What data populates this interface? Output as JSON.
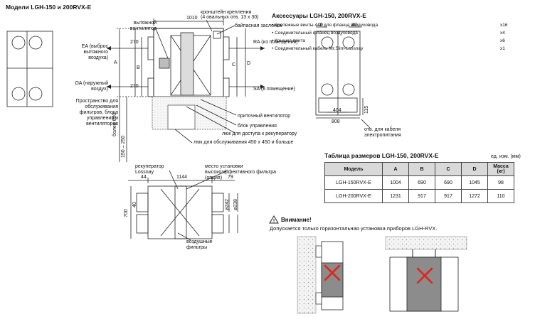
{
  "left_title": "Модели LGH-150 и 200RVX-E",
  "labels": {
    "exhaust_fan": "вытяжной вентилятор",
    "bracket": "кронштейн крепления",
    "bracket_holes": "(4 овальных отв. 13 x 30)",
    "bypass": "байпасная заслонка",
    "ea": "EA (выброс вытяжного воздуха)",
    "ra": "RA (из помещения)",
    "oa": "OA (наружный воздух)",
    "sa": "SA (в помещение)",
    "service_space": "Пространство для обслуживания фильтров, блока управления и вентиляторов",
    "supply_fan": "приточный вентилятор",
    "control_block": "блок управления",
    "hatch_recuperator": "люк для доступа к рекуператору",
    "hatch_service": "люк для обслуживания 450 x 450 и больше",
    "recuperator": "рекуператор Lossnay",
    "hepa_place": "место установки высокоэффективного фильтра (опция)",
    "air_filters": "воздушные фильтры",
    "cable_hole": "отв. для кабеля электропитания"
  },
  "dims": {
    "d1010": "1010",
    "d270a": "270",
    "d270b": "270",
    "dA": "A",
    "dB": "B",
    "dC": "C",
    "dD": "D",
    "d600": "более 600",
    "d150": "150 – 250",
    "d44": "44",
    "d1144": "1144",
    "d79": "79",
    "d700": "700",
    "d40": "40",
    "d242": "ø242",
    "d238": "ø238",
    "t40a": "40",
    "t40b": "40",
    "t404": "404",
    "t808": "808",
    "t115": "115"
  },
  "accessories": {
    "title": "Аксессуары LGH-150, 200RVX-E",
    "items": [
      {
        "label": "• Крепежные винты 4–8 для фланца воздуховода",
        "qty": "x16"
      },
      {
        "label": "• Соединительный фланец воздуховода",
        "qty": "x4"
      },
      {
        "label": "• Крышка винта",
        "qty": "x6"
      },
      {
        "label": "• Соединительный кабель Mr.Slim-Lossnay",
        "qty": "x1"
      }
    ]
  },
  "table": {
    "title": "Таблица размеров LGH-150, 200RVX-E",
    "unit": "ед. изм. (мм)",
    "headers": [
      "Модель",
      "A",
      "B",
      "C",
      "D",
      "Масса (кг)"
    ],
    "rows": [
      [
        "LGH-150RVX-E",
        "1004",
        "690",
        "690",
        "1045",
        "98"
      ],
      [
        "LGH-200RVX-E",
        "1231",
        "917",
        "917",
        "1272",
        "110"
      ]
    ]
  },
  "warning": {
    "title": "Внимание!",
    "text": "Допускается только горизонтальная установка приборов LGH-RVX."
  },
  "colors": {
    "line": "#222222",
    "grey_fill": "#8c8c8c",
    "light_fill": "#efefef",
    "cross": "#e2231a"
  }
}
